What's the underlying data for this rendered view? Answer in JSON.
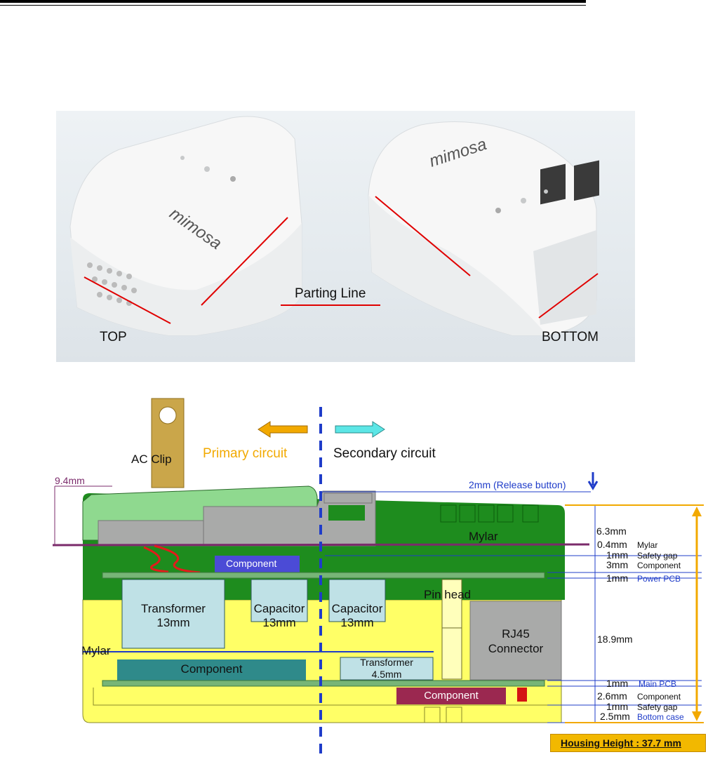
{
  "photo": {
    "top_label": "TOP",
    "bottom_label": "BOTTOM",
    "parting_line_label": "Parting Line",
    "brand_text": "mimosa"
  },
  "diagram": {
    "ac_clip": "AC Clip",
    "primary_circuit": "Primary circuit",
    "secondary_circuit": "Secondary circuit",
    "release_button": "2mm  (Release button)",
    "dim_9_4": "9.4mm",
    "mylar_top": "Mylar",
    "mylar_left": "Mylar",
    "component_top": "Component",
    "transformer_left": [
      "Transformer",
      "13mm"
    ],
    "capacitor_1": [
      "Capacitor",
      "13mm"
    ],
    "capacitor_2": [
      "Capacitor",
      "13mm"
    ],
    "pin_head": "Pin head",
    "rj45": [
      "RJ45",
      "Connector"
    ],
    "component_wide": "Component",
    "transformer_right": [
      "Transformer",
      "4.5mm"
    ],
    "component_bottom": "Component",
    "right_dims": [
      {
        "value": "6.3mm",
        "label": ""
      },
      {
        "value": "0.4mm",
        "label": "Mylar"
      },
      {
        "value": "1mm",
        "label": "Safety gap"
      },
      {
        "value": "3mm",
        "label": "Component"
      },
      {
        "value": "1mm",
        "label": "Power PCB"
      },
      {
        "value": "18.9mm",
        "label": ""
      },
      {
        "value": "1mm",
        "label": "Main PCB"
      },
      {
        "value": "2.6mm",
        "label": "Component"
      },
      {
        "value": "1mm",
        "label": "Safety gap"
      },
      {
        "value": "2.5mm",
        "label": "Bottom case"
      }
    ],
    "housing_height": "Housing Height : 37.7 mm",
    "colors": {
      "green": "#1e8c1e",
      "yellow": "#ffff66",
      "light_green": "#8fd98f",
      "gray": "#a9aaa9",
      "light_blue": "#bfe1e6",
      "teal": "#2f8a8a",
      "maroon": "#9b2850",
      "purple": "#4b4bd6",
      "orange": "#f2a900",
      "cyan": "#5ce6e6",
      "axis_blue": "#1f3cc9"
    }
  }
}
